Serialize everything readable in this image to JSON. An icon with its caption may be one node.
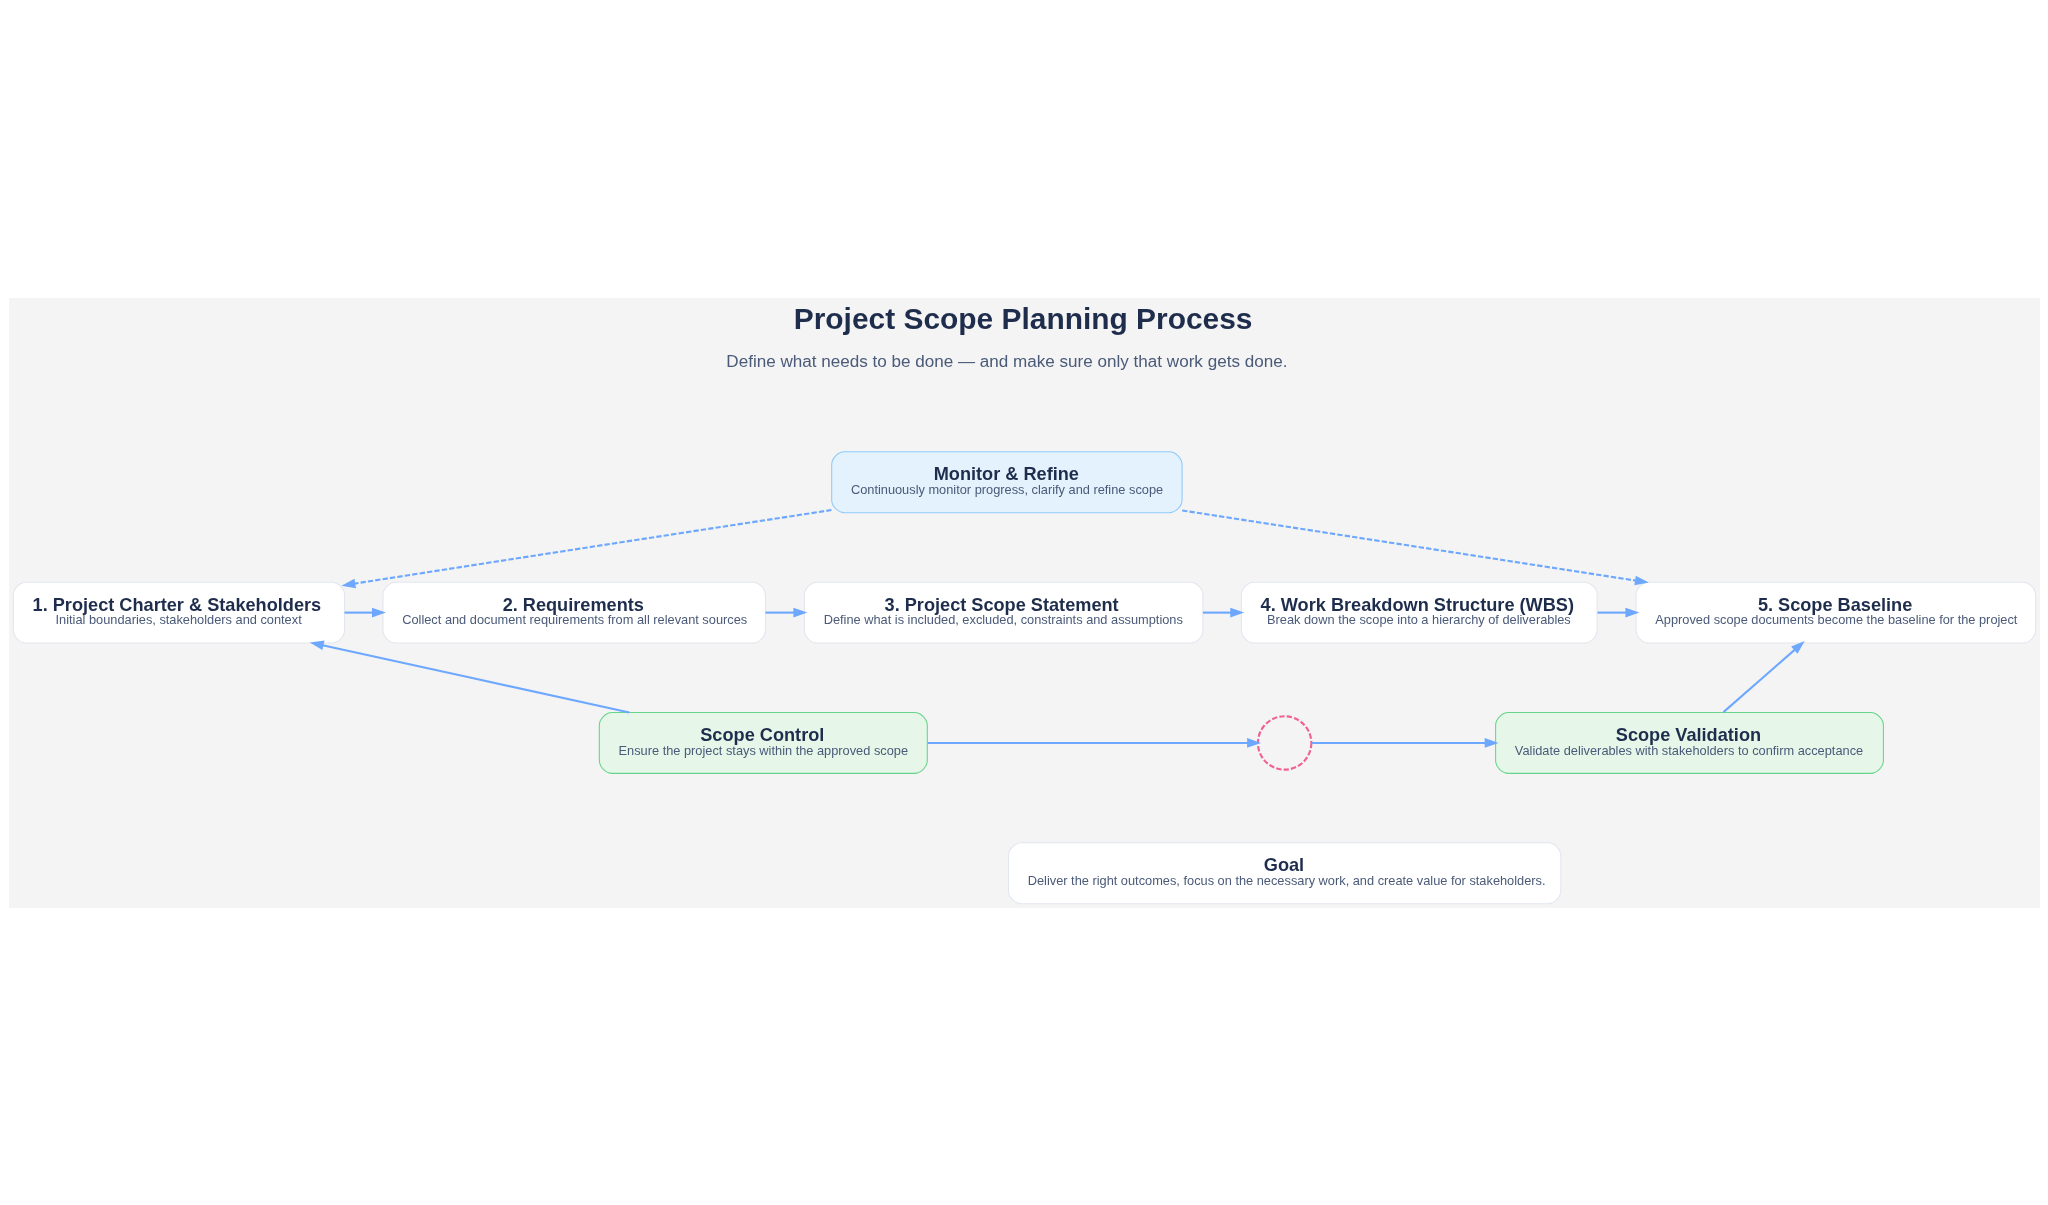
{
  "diagram": {
    "title": "Project Scope Planning Process",
    "nodes": [
      {
        "text": [
          "Monitor & Refine",
          "Continuously monitor progress, clarify and refine scope"
        ]
      },
      {
        "text": [
          "1. Project Charter & Stakeholders",
          "Initial boundaries, stakeholders and context"
        ]
      },
      {
        "text": [
          "2. Requirements",
          "Collect and document requirements from all relevant sources"
        ]
      },
      {
        "text": [
          "3. Project Scope Statement",
          "Define what is included, excluded, constraints and assumptions"
        ]
      },
      {
        "text": [
          "4. Work Breakdown Structure (WBS)",
          "Break down the scope into a hierarchy of deliverables"
        ]
      },
      {
        "text": [
          "5. Scope Baseline",
          "Approved scope documents become the baseline for the project"
        ]
      },
      {
        "text": [
          "Scope Control",
          "Ensure the project stays within the approved scope"
        ]
      },
      {
        "text": [],
        "shape": "circle"
      },
      {
        "text": [
          "Scope Validation",
          "Validate deliverables with stakeholders to confirm acceptance"
        ]
      },
      {
        "text": [
          "Goal",
          "Deliver the right outcomes, focus on the necessary work, and create value for stakeholders."
        ]
      }
    ],
    "edges": [
      {
        "from": 0,
        "to": 1,
        "arrow": "to",
        "style": "dashed"
      },
      {
        "from": 0,
        "to": 5,
        "arrow": "to",
        "style": "dashed"
      },
      {
        "from": 1,
        "to": 2,
        "arrow": "to"
      },
      {
        "from": 2,
        "to": 3,
        "arrow": "to"
      },
      {
        "from": 3,
        "to": 4,
        "arrow": "to"
      },
      {
        "from": 4,
        "to": 5,
        "arrow": "to"
      },
      {
        "from": 6,
        "to": 1,
        "arrow": "to"
      },
      {
        "from": 6,
        "to": 7,
        "arrow": "to"
      },
      {
        "from": 7,
        "to": 8,
        "arrow": "to"
      },
      {
        "from": 8,
        "to": 5,
        "arrow": "to"
      }
    ],
    "labels": [
      "Define what needs to be done — and make sure only that work gets done."
    ]
  }
}
